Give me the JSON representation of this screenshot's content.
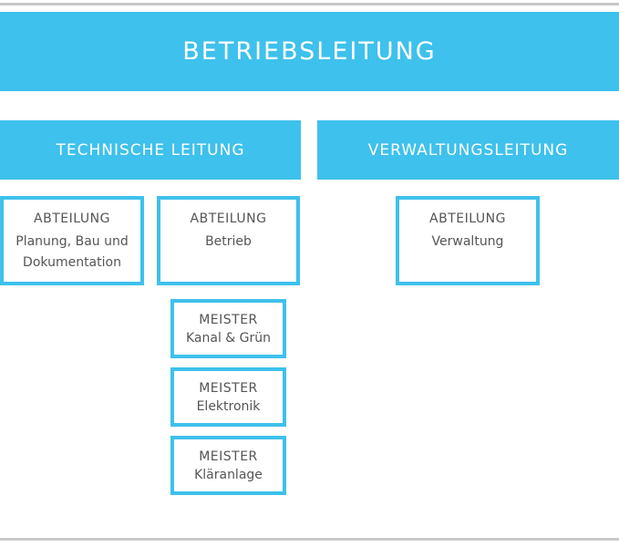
{
  "colors": {
    "accent": "#3ec1ec",
    "rule": "#c8c8c8",
    "text": "#555555"
  },
  "top": {
    "title": "BETRIEBSLEITUNG"
  },
  "divisions": {
    "technical": {
      "title": "TECHNISCHE LEITUNG"
    },
    "admin": {
      "title": "VERWALTUNGSLEITUNG"
    }
  },
  "departments": [
    {
      "kind": "ABTEILUNG",
      "name": "Planung, Bau und Dokumentation"
    },
    {
      "kind": "ABTEILUNG",
      "name": "Betrieb"
    },
    {
      "kind": "ABTEILUNG",
      "name": "Verwaltung"
    }
  ],
  "meisters": [
    {
      "kind": "MEISTER",
      "name": "Kanal & Grün"
    },
    {
      "kind": "MEISTER",
      "name": "Elektronik"
    },
    {
      "kind": "MEISTER",
      "name": "Kläranlage"
    }
  ]
}
